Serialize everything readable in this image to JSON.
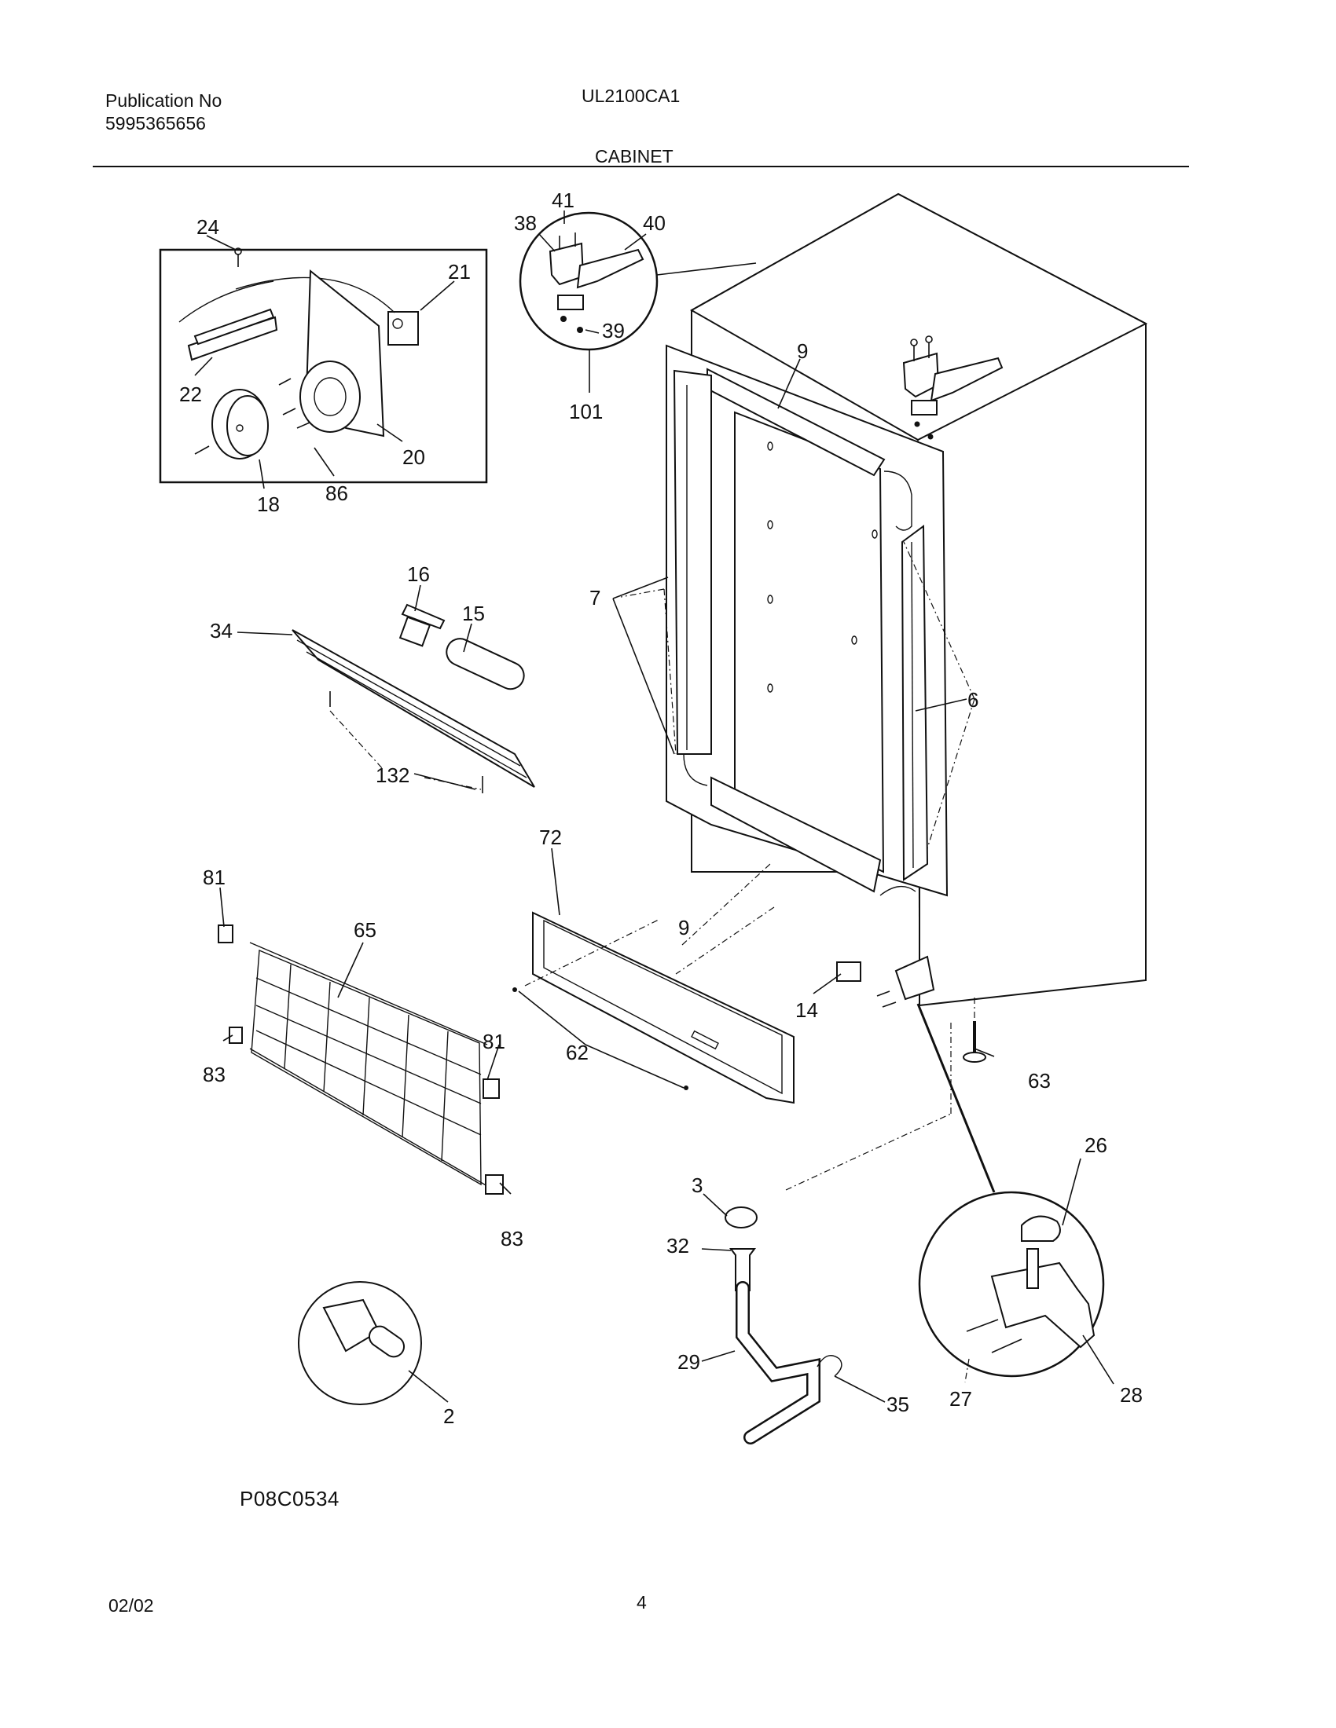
{
  "header": {
    "publication_label": "Publication No",
    "publication_number": "5995365656",
    "model": "UL2100CA1",
    "section": "CABINET"
  },
  "diagram": {
    "drawing_code": "P08C0534",
    "labels": {
      "p24": "24",
      "p21": "21",
      "p22": "22",
      "p20": "20",
      "p18": "18",
      "p86": "86",
      "p41": "41",
      "p38": "38",
      "p40": "40",
      "p39": "39",
      "p101": "101",
      "p9a": "9",
      "p9b": "9",
      "p7": "7",
      "p6": "6",
      "p16": "16",
      "p15": "15",
      "p34": "34",
      "p132": "132",
      "p72": "72",
      "p81a": "81",
      "p65": "65",
      "p83a": "83",
      "p81b": "81",
      "p83b": "83",
      "p62": "62",
      "p14": "14",
      "p63": "63",
      "p26": "26",
      "p3": "3",
      "p32": "32",
      "p29": "29",
      "p35": "35",
      "p27": "27",
      "p28": "28",
      "p2": "2"
    }
  },
  "footer": {
    "date": "02/02",
    "page": "4"
  }
}
